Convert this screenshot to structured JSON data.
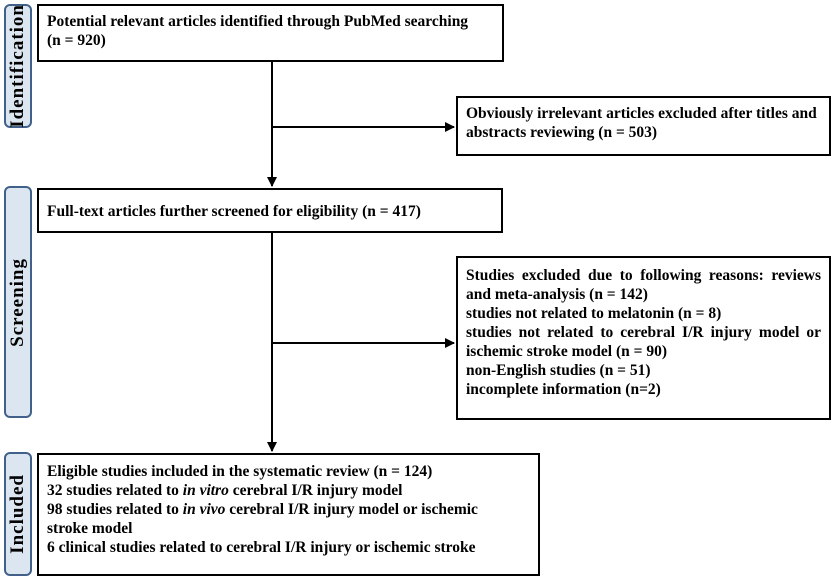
{
  "phases": {
    "identification": "Identification",
    "screening": "Screening",
    "included": "Included"
  },
  "boxes": {
    "identified": {
      "line1": "Potential relevant articles identified through PubMed searching",
      "line2": "(n = 920)"
    },
    "excluded_titles": {
      "line1": "Obviously irrelevant articles excluded after titles and",
      "line2": "abstracts reviewing (n = 503)"
    },
    "fulltext": {
      "line1": "Full-text articles further screened for eligibility (n = 417)"
    },
    "excluded_reasons": {
      "line1": "Studies excluded due to following reasons: reviews",
      "line2": "and meta-analysis (n = 142)",
      "line3": "studies not related to melatonin (n = 8)",
      "line4": "studies not related to cerebral I/R injury model or",
      "line5": "ischemic stroke model (n = 90)",
      "line6": "non-English studies (n = 51)",
      "line7": "incomplete information (n=2)"
    },
    "included": {
      "line1": "Eligible studies included in the systematic review (n = 124)",
      "line2_pre": "32 studies related to ",
      "line2_italic": "in vitro",
      "line2_post": " cerebral I/R injury model",
      "line3_pre": "98 studies related to ",
      "line3_italic": "in vivo",
      "line3_post": " cerebral I/R injury model or ischemic",
      "line4": "stroke model",
      "line5": "6 clinical studies related to cerebral I/R injury or ischemic stroke"
    }
  }
}
